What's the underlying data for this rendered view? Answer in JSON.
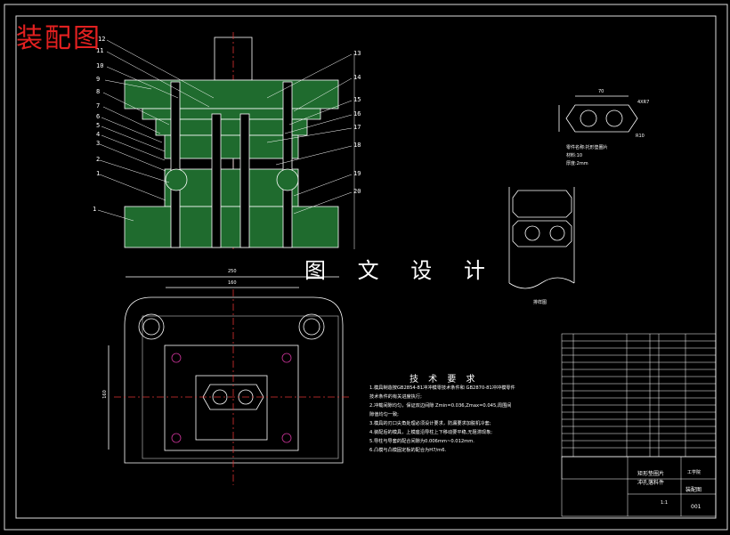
{
  "title": "装配图",
  "watermark": "图 文 设 计",
  "technical_requirements": {
    "heading": "技 术 要 求",
    "items": [
      "1.模具制造按GB2854-81冲冲模零技术条件和 GB2870-81冲冲模零件",
      "技术条件的有关进度执行;",
      "2.冲载间隙均匀，保证双边间隙 Zmin=0.036,Zmax=0.045,周围间",
      "隙值均匀一致;",
      "3.模具的刃口尖角处理必须设计要求，防漏要求加脱机冷套;",
      "4.装配后的模具，上模座沿导柱上下移动要平稳,无阻滞现象;",
      "5.导柱与导套的配合间隙为0.006mm~0.012mm.",
      "6.凸模与凸模固定板的配合为H7/m6."
    ]
  },
  "part_numbers_left": [
    "12",
    "11",
    "10",
    "9",
    "8",
    "7",
    "6",
    "5",
    "4",
    "3",
    "2",
    "1",
    "1"
  ],
  "part_numbers_right": [
    "13",
    "14",
    "15",
    "16",
    "17",
    "18",
    "19",
    "20"
  ],
  "dimensions": {
    "top_view_width_outer": "250",
    "top_view_width_inner": "160",
    "left_height": "160",
    "part_width": "70",
    "part_radius": "R10",
    "part_right": "4XR7"
  },
  "part_notes": [
    "零件名称:托形垫圈片",
    "材料:10",
    "厚度:2mm"
  ],
  "strip_label": "排样图",
  "title_block": {
    "part_name_line1": "矩形垫圈片",
    "part_name_line2": "冲孔落料件",
    "drawing_type": "装配图",
    "drawing_no": "001",
    "scale": "1:1",
    "school": "工学院"
  }
}
